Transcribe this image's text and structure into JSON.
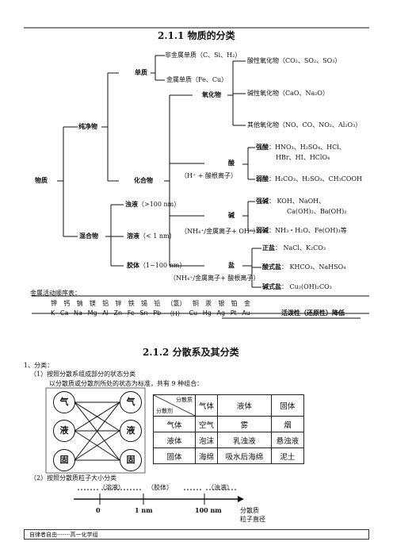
{
  "section1": {
    "title": "2.1.1  物质的分类",
    "tree": {
      "root": "物质",
      "pure": "纯净物",
      "mixture": "混合物",
      "element": "单质",
      "compound": "化合物",
      "nonmetal": "非金属单质（C、Si、H₂）",
      "metal": "金属单质（Fe、Cu）",
      "oxide": "氧化物",
      "acidic_oxide": "酸性氧化物（CO₂、SO₂、SO₃）",
      "basic_oxide": "碱性氧化物（CaO、Na₂O）",
      "other_oxide": "其他氧化物（NO、CO、NO₂、Al₂O₃）",
      "acid": "酸",
      "acid_def": "（H⁺ + 酸根离子）",
      "strong_acid_label": "强酸",
      "strong_acid_1": "：HNO₃、H₂SO₄、HCl、",
      "strong_acid_2": "HBr、HI、HClO₄",
      "weak_acid_label": "弱酸",
      "weak_acid": "：H₂CO₃、H₂SO₃、CH₃COOH",
      "base": "碱",
      "base_def": "（NH₄⁺/金属离子+ OH⁻）",
      "strong_base_label": "强碱",
      "strong_base_1": "：  KOH、NaOH、",
      "strong_base_2": "Ca(OH)₂、Ba(OH)₂",
      "weak_base_label": "弱碱",
      "weak_base": "：NH₃・H₂O、Fe(OH)₃等",
      "salt": "盐",
      "salt_def": "（NH₄⁺/金属离子+ 酸根离子）",
      "normal_salt_label": "正盐",
      "normal_salt": "：  NaCl、K₂CO₃",
      "acid_salt_label": "酸式盐",
      "acid_salt": "：  KHCO₃、NaHSO₄",
      "basic_salt_label": "碱式盐",
      "basic_salt": "：  Cu₂(OH)₂CO₃",
      "solution": "浊液（>100 nm）",
      "solution_label": "浊液",
      "solution_range": "（>100 nm）",
      "sol_label": "溶液",
      "sol_range": "（< 1 nm）",
      "colloid_label": "胶体",
      "colloid_range": "（1~100 nm）"
    },
    "activity": {
      "caption": "金属活动顺序表：",
      "chinese": [
        "钾",
        "钙",
        "钠",
        "镁",
        "铝",
        "锌",
        "铁",
        "锡",
        "铅",
        "（氢）",
        "铜",
        "汞",
        "银",
        "铂",
        "金"
      ],
      "symbols": [
        "K",
        "Ca",
        "Na",
        "Mg",
        "Al",
        "Zn",
        "Fe",
        "Sn",
        "Pb",
        "（H）",
        "Cu",
        "Hg",
        "Ag",
        "Pt",
        "Au"
      ],
      "note": "活泼性（还原性）降低"
    }
  },
  "section2": {
    "title": "2.1.2 分散系及其分类",
    "item1": "1、分类：",
    "item1_1": "（1）按照分散系组成部分的状态分类",
    "item1_1_desc": "以分散质或分散剂所处的状态为标准，共有 9 种组合：",
    "circles_left": [
      "气",
      "液",
      "固"
    ],
    "circles_right": [
      "气",
      "液",
      "固"
    ],
    "table": {
      "corner_top": "分散质",
      "corner_bottom": "分散剂",
      "columns": [
        "气体",
        "液体",
        "固体"
      ],
      "rows": [
        {
          "head": "气体",
          "cells": [
            "空气",
            "雾",
            "烟"
          ]
        },
        {
          "head": "液体",
          "cells": [
            "泡沫",
            "乳浊液",
            "悬浊液"
          ]
        },
        {
          "head": "固体",
          "cells": [
            "海绵",
            "吸水后海绵",
            "泥土"
          ]
        }
      ]
    },
    "item1_2": "（2）按照分散质粒子大小分类",
    "scale": {
      "solution": "（溶液）",
      "colloid": "（胶体）",
      "suspension": "（浊液）",
      "tick0": "0",
      "tick1": "1 nm",
      "tick2": "100 nm",
      "axis_1": "分散质",
      "axis_2": "粒子直径"
    }
  },
  "footer": "自律者自由-------高一化学组"
}
